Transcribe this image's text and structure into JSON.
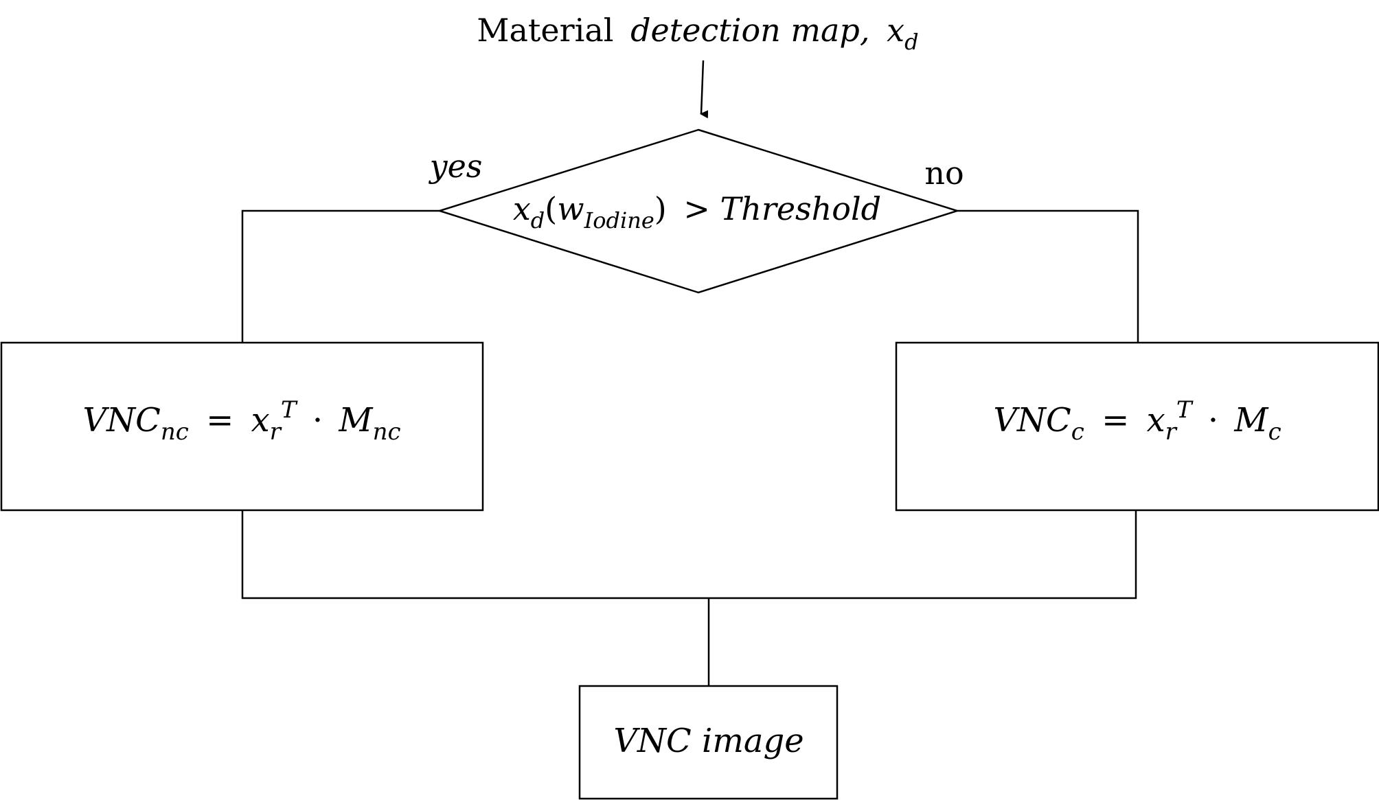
{
  "input": {
    "label_roman": "Material",
    "label_italic": "detection map,",
    "var": "x",
    "var_sub": "d"
  },
  "decision": {
    "var": "x",
    "var_sub": "d",
    "paren_open": "(",
    "w": "w",
    "w_sub": "Iodine",
    "paren_close": ")",
    "rest": "> Threshold"
  },
  "branches": {
    "yes_label": "yes",
    "no_label": "no"
  },
  "left_box": {
    "lhs": "VNC",
    "lhs_sub": "nc",
    "eq": "=",
    "x": "x",
    "x_sub": "r",
    "x_sup": "T",
    "dot": "·",
    "m": "M",
    "m_sub": "nc"
  },
  "right_box": {
    "lhs": "VNC",
    "lhs_sub": "c",
    "eq": "=",
    "x": "x",
    "x_sub": "r",
    "x_sup": "T",
    "dot": "·",
    "m": "M",
    "m_sub": "c"
  },
  "output": {
    "label": "VNC image"
  }
}
